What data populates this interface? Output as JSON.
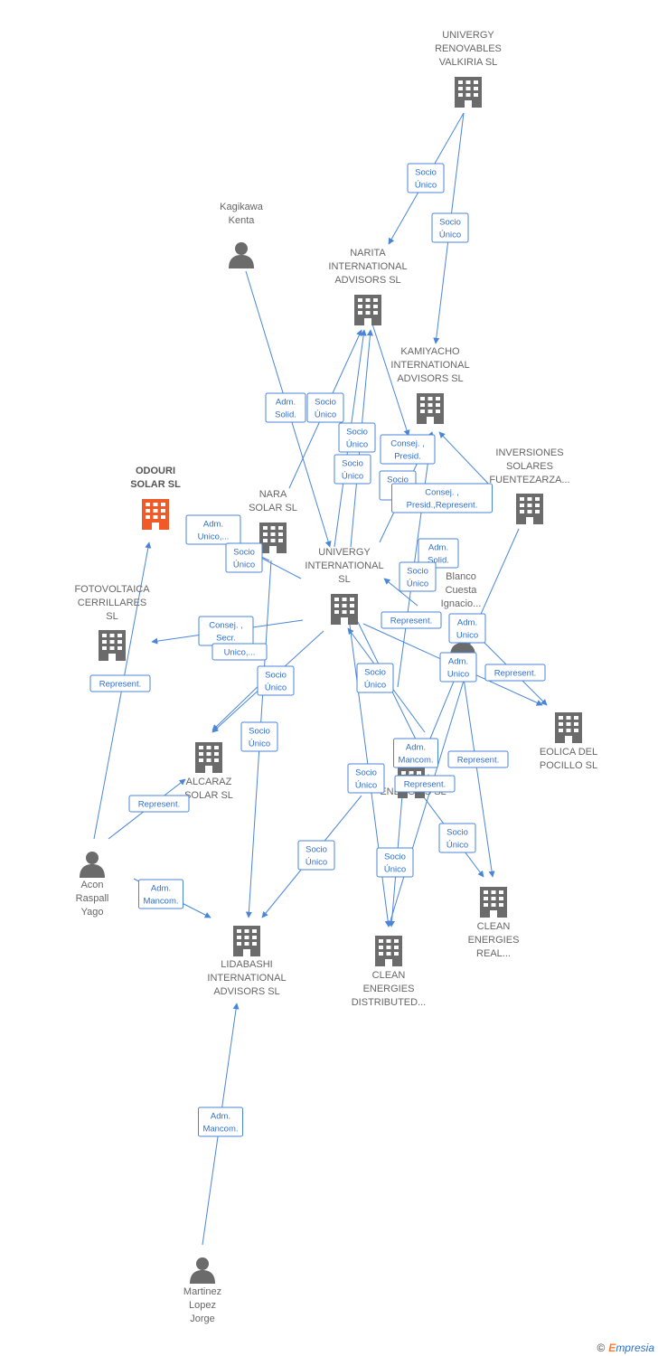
{
  "nodes": [
    {
      "id": "univergy_renovables",
      "type": "company",
      "label": [
        "UNIVERGY",
        "RENOVABLES",
        "VALKIRIA  SL"
      ]
    },
    {
      "id": "kagikawa",
      "type": "person",
      "label": [
        "Kagikawa",
        "Kenta"
      ]
    },
    {
      "id": "narita",
      "type": "company",
      "label": [
        "NARITA",
        "INTERNATIONAL",
        "ADVISORS  SL"
      ]
    },
    {
      "id": "kamiyacho",
      "type": "company",
      "label": [
        "KAMIYACHO",
        "INTERNATIONAL",
        "ADVISORS  SL"
      ]
    },
    {
      "id": "inversiones",
      "type": "company",
      "label": [
        "INVERSIONES",
        "SOLARES",
        "FUENTEZARZA..."
      ]
    },
    {
      "id": "odouri",
      "type": "focus",
      "label": [
        "ODOURI",
        "SOLAR  SL"
      ]
    },
    {
      "id": "nara",
      "type": "company",
      "label": [
        "NARA",
        "SOLAR  SL"
      ]
    },
    {
      "id": "univergy_intl",
      "type": "company",
      "label": [
        "UNIVERGY",
        "INTERNATIONAL",
        "SL"
      ]
    },
    {
      "id": "blanco",
      "type": "person",
      "label": [
        "Blanco",
        "Cuesta",
        "Ignacio..."
      ]
    },
    {
      "id": "fotovoltaica",
      "type": "company",
      "label": [
        "FOTOVOLTAICA",
        "CERRILLARES",
        "SL"
      ]
    },
    {
      "id": "eolica",
      "type": "company",
      "label": [
        "EOLICA DEL",
        "POCILLO SL"
      ]
    },
    {
      "id": "alcaraz",
      "type": "company",
      "label": [
        "ALCARAZ",
        "SOLAR SL"
      ]
    },
    {
      "id": "clean_energies_sl",
      "type": "company",
      "label": [
        "CLEAN",
        "ENERGIES SL"
      ]
    },
    {
      "id": "acon",
      "type": "person",
      "label": [
        "Acon",
        "Raspall",
        "Yago"
      ]
    },
    {
      "id": "clean_real",
      "type": "company",
      "label": [
        "CLEAN",
        "ENERGIES",
        "REAL..."
      ]
    },
    {
      "id": "lidabashi",
      "type": "company",
      "label": [
        "LIDABASHI",
        "INTERNATIONAL",
        "ADVISORS  SL"
      ]
    },
    {
      "id": "clean_distributed",
      "type": "company",
      "label": [
        "CLEAN",
        "ENERGIES",
        "DISTRIBUTED..."
      ]
    },
    {
      "id": "martinez",
      "type": "person",
      "label": [
        "Martinez",
        "Lopez",
        "Jorge"
      ]
    }
  ],
  "edge_labels": [
    [
      "Socio",
      "Único"
    ],
    [
      "Socio",
      "Único"
    ],
    [
      "Adm.",
      "Solid."
    ],
    [
      "Socio",
      "Único"
    ],
    [
      "Socio",
      "Único"
    ],
    [
      "Socio",
      "Único"
    ],
    [
      "Consej. ,",
      "Presid."
    ],
    [
      "Socio",
      "Úni"
    ],
    [
      "Consej. ,",
      "Presid.,Represent."
    ],
    [
      "Adm.",
      "Unico,..."
    ],
    [
      "Socio",
      "Único"
    ],
    [
      "Adm.",
      "Solid."
    ],
    [
      "Socio",
      "Único"
    ],
    [
      "Represent."
    ],
    [
      "Adm.",
      "Unico"
    ],
    [
      "Consej. ,",
      "Secr."
    ],
    [
      "Unico,..."
    ],
    [
      "Adm.",
      "Unico"
    ],
    [
      "Represent."
    ],
    [
      "Represent."
    ],
    [
      "Socio",
      "Único"
    ],
    [
      "Socio",
      "Único"
    ],
    [
      "Socio",
      "Único"
    ],
    [
      "Adm.",
      "Mancom."
    ],
    [
      "Represent."
    ],
    [
      "Socio",
      "Único"
    ],
    [
      "Represent."
    ],
    [
      "Represent."
    ],
    [
      "Socio",
      "Único"
    ],
    [
      "Socio",
      "Único"
    ],
    [
      "Socio",
      "Único"
    ],
    [
      "Adm.",
      "Mancom."
    ],
    [
      "Adm.",
      "Mancom."
    ]
  ],
  "colors": {
    "edge": "#4a86d8",
    "company": "#6b6b6b",
    "focus": "#f05a28",
    "label_text": "#2f6fcf"
  },
  "footer": {
    "copyright": "©",
    "brand_first": "E",
    "brand_rest": "mpresia"
  }
}
